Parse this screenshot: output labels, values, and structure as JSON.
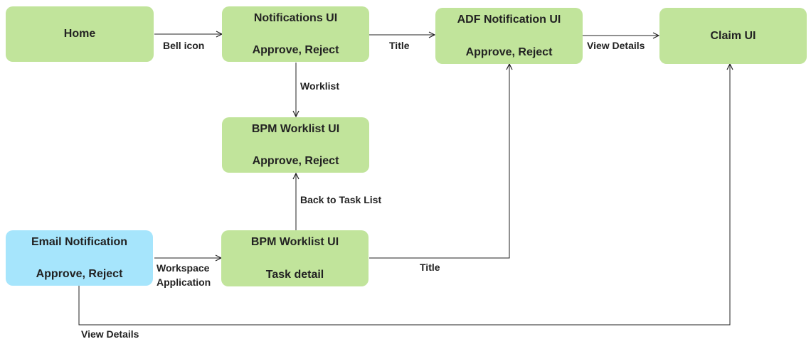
{
  "colors": {
    "node_green": "#c1e49b",
    "node_blue": "#a6e5fc",
    "line": "#222222"
  },
  "nodes": {
    "home": {
      "title": "Home",
      "color": "#c1e49b"
    },
    "notifications_ui": {
      "title": "Notifications UI",
      "subtitle": "Approve, Reject",
      "color": "#c1e49b"
    },
    "adf_notification_ui": {
      "title": "ADF Notification UI",
      "subtitle": "Approve, Reject",
      "color": "#c1e49b"
    },
    "claim_ui": {
      "title": "Claim UI",
      "color": "#c1e49b"
    },
    "bpm_worklist_ui_top": {
      "title": "BPM Worklist UI",
      "subtitle": "Approve, Reject",
      "color": "#c1e49b"
    },
    "email_notification": {
      "title": "Email Notification",
      "subtitle": "Approve, Reject",
      "color": "#a6e5fc"
    },
    "bpm_worklist_ui_task": {
      "title": "BPM Worklist UI",
      "subtitle": "Task detail",
      "color": "#c1e49b"
    }
  },
  "edges": {
    "home_to_notifications": {
      "label": "Bell icon"
    },
    "notifications_to_adf": {
      "label": "Title"
    },
    "adf_to_claim": {
      "label": "View Details"
    },
    "notifications_to_bpm_worklist": {
      "label": "Worklist"
    },
    "task_to_bpm_worklist": {
      "label": "Back to Task List"
    },
    "email_to_task": {
      "label_line1": "Workspace",
      "label_line2": "Application"
    },
    "task_to_adf": {
      "label": "Title"
    },
    "email_to_claim": {
      "label": "View Details"
    }
  }
}
